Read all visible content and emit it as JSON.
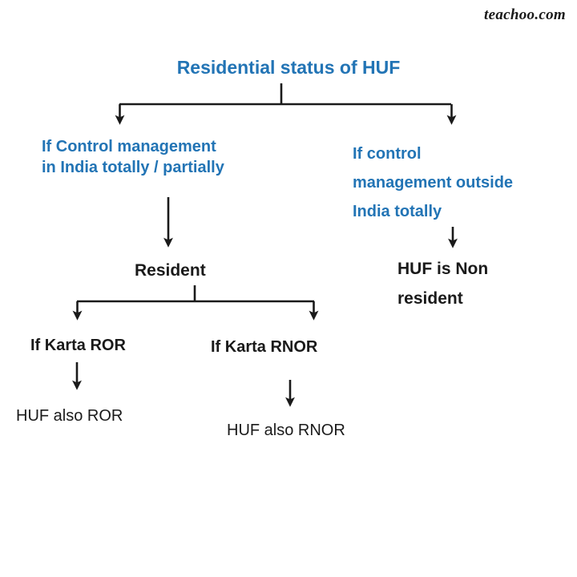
{
  "page": {
    "background_color": "#ffffff",
    "accent_blue": "#2274B5",
    "text_dark": "#1a1a1a",
    "watermark": "teachoo.com"
  },
  "flowchart": {
    "title": "Residential status of HUF",
    "nodes": {
      "root": "Residential status of HUF",
      "branch_left": "If Control management\nin India totally / partially",
      "branch_right": "If control\nmanagement outside\nIndia totally",
      "resident": "Resident",
      "non_resident": "HUF is Non\nresident",
      "karta_ror": "If Karta ROR",
      "karta_rnor": "If Karta RNOR",
      "huf_ror": "HUF also ROR",
      "huf_rnor": "HUF also RNOR"
    },
    "edges": [
      {
        "from": "root",
        "to": "branch_left",
        "style": "elbow-down-arrow"
      },
      {
        "from": "root",
        "to": "branch_right",
        "style": "elbow-down-arrow"
      },
      {
        "from": "branch_left",
        "to": "resident",
        "style": "straight-down-arrow"
      },
      {
        "from": "branch_right",
        "to": "non_resident",
        "style": "straight-down-arrow"
      },
      {
        "from": "resident",
        "to": "karta_ror",
        "style": "elbow-down-arrow"
      },
      {
        "from": "resident",
        "to": "karta_rnor",
        "style": "elbow-down-arrow"
      },
      {
        "from": "karta_ror",
        "to": "huf_ror",
        "style": "straight-down-arrow"
      },
      {
        "from": "karta_rnor",
        "to": "huf_rnor",
        "style": "straight-down-arrow"
      }
    ]
  }
}
